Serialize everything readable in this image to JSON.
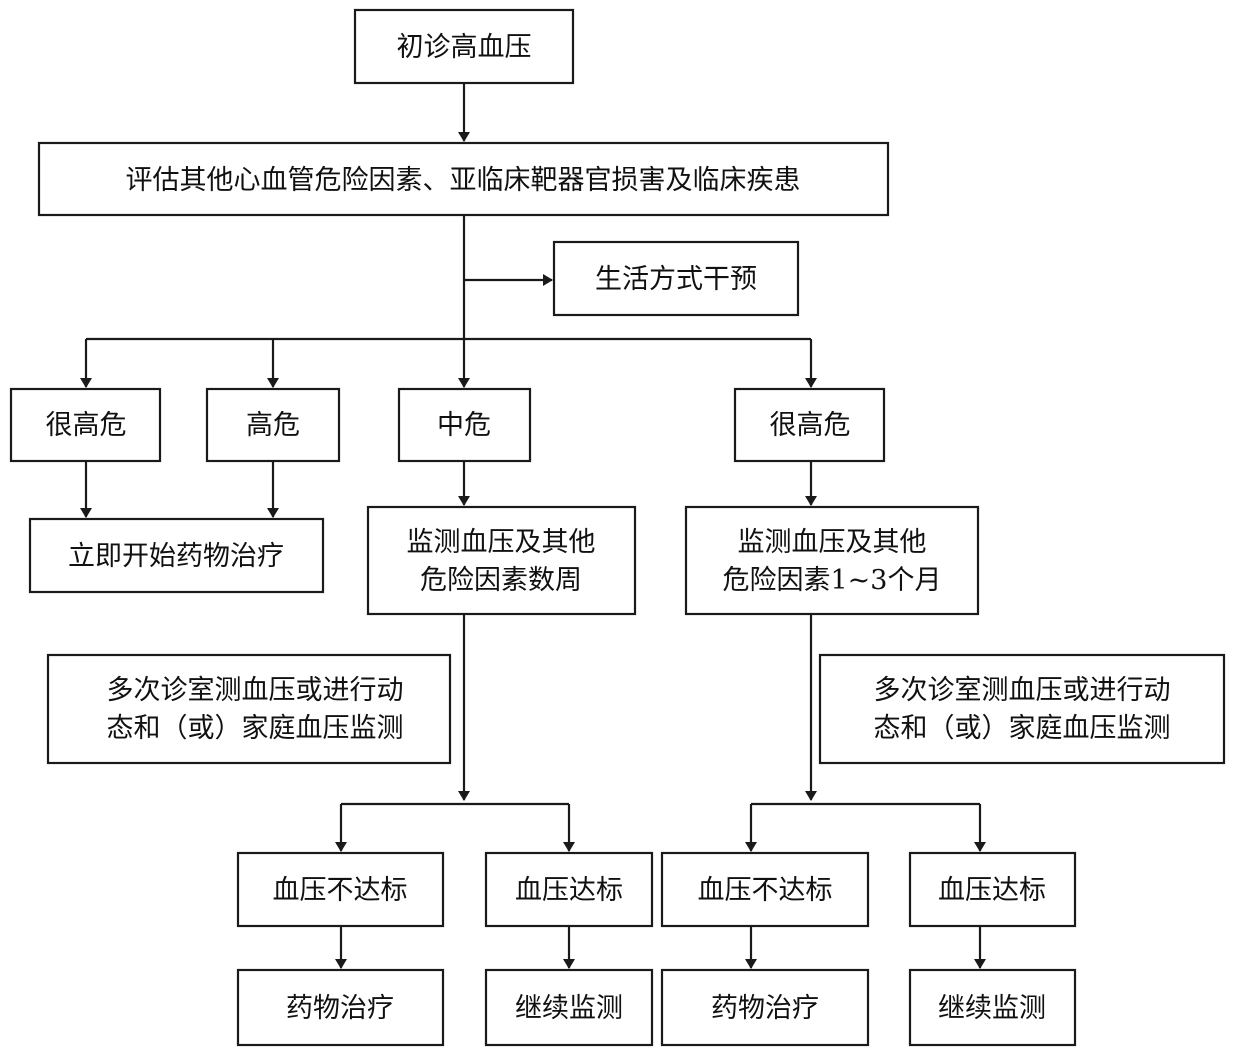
{
  "nodes": {
    "start": "初诊高血压",
    "assess": "评估其他心血管危险因素、亚临床靶器官损害及临床疾患",
    "lifestyle": "生活方式干预",
    "risk_very_high_1": "很高危",
    "risk_high": "高危",
    "risk_medium": "中危",
    "risk_low": "很高危",
    "immediate_drug": "立即开始药物治疗",
    "monitor_weeks": [
      "监测血压及其他",
      "危险因素数周"
    ],
    "monitor_months": [
      "监测血压及其他",
      "危险因素1~3个月"
    ],
    "note_left": [
      "多次诊室测血压或进行动",
      "态和（或）家庭血压监测"
    ],
    "note_right": [
      "多次诊室测血压或进行动",
      "态和（或）家庭血压监测"
    ],
    "bp_not_met_left": "血压不达标",
    "bp_met_left": "血压达标",
    "bp_not_met_right": "血压不达标",
    "bp_met_right": "血压达标",
    "drug_left": "药物治疗",
    "continue_left": "继续监测",
    "drug_right": "药物治疗",
    "continue_right": "继续监测"
  }
}
